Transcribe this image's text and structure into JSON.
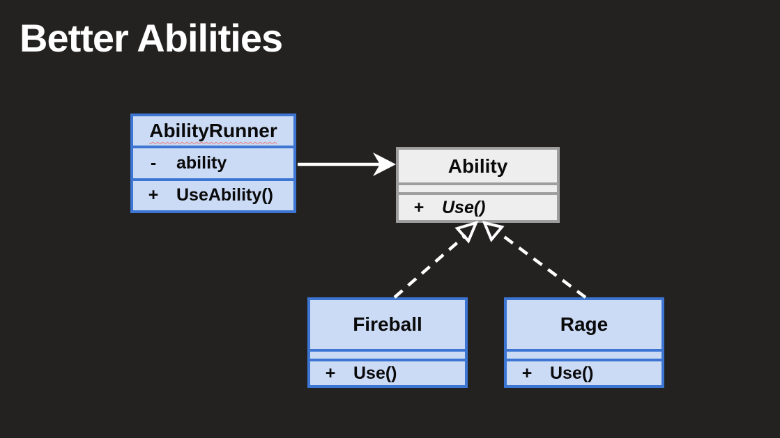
{
  "slide": {
    "title": "Better Abilities"
  },
  "colors": {
    "bg": "#242121",
    "blueBorder": "#3C76D2",
    "blueFill": "#CBDAF5",
    "grayBorder": "#9E9E9E",
    "grayFill": "#EFEEEE",
    "lineWhite": "#FFFFFF",
    "textDark": "#0A0A0A",
    "titleWhite": "#FFFFFF",
    "spellRed": "#E5807F"
  },
  "diagram": {
    "classes": [
      {
        "name": "AbilityRunner",
        "abstract": false,
        "members": [
          {
            "visibility": "-",
            "label": "ability"
          },
          {
            "visibility": "+",
            "label": "UseAbility()"
          }
        ]
      },
      {
        "name": "Ability",
        "abstract": true,
        "members": [
          {
            "visibility": "+",
            "label": "Use()"
          }
        ]
      },
      {
        "name": "Fireball",
        "abstract": false,
        "members": [
          {
            "visibility": "+",
            "label": "Use()"
          }
        ]
      },
      {
        "name": "Rage",
        "abstract": false,
        "members": [
          {
            "visibility": "+",
            "label": "Use()"
          }
        ]
      }
    ],
    "connectors": [
      {
        "type": "association",
        "from": "AbilityRunner",
        "to": "Ability",
        "style": "solid-filled-arrow"
      },
      {
        "type": "realization",
        "from": "Fireball",
        "to": "Ability",
        "style": "dashed-hollow-triangle"
      },
      {
        "type": "realization",
        "from": "Rage",
        "to": "Ability",
        "style": "dashed-hollow-triangle"
      }
    ]
  }
}
